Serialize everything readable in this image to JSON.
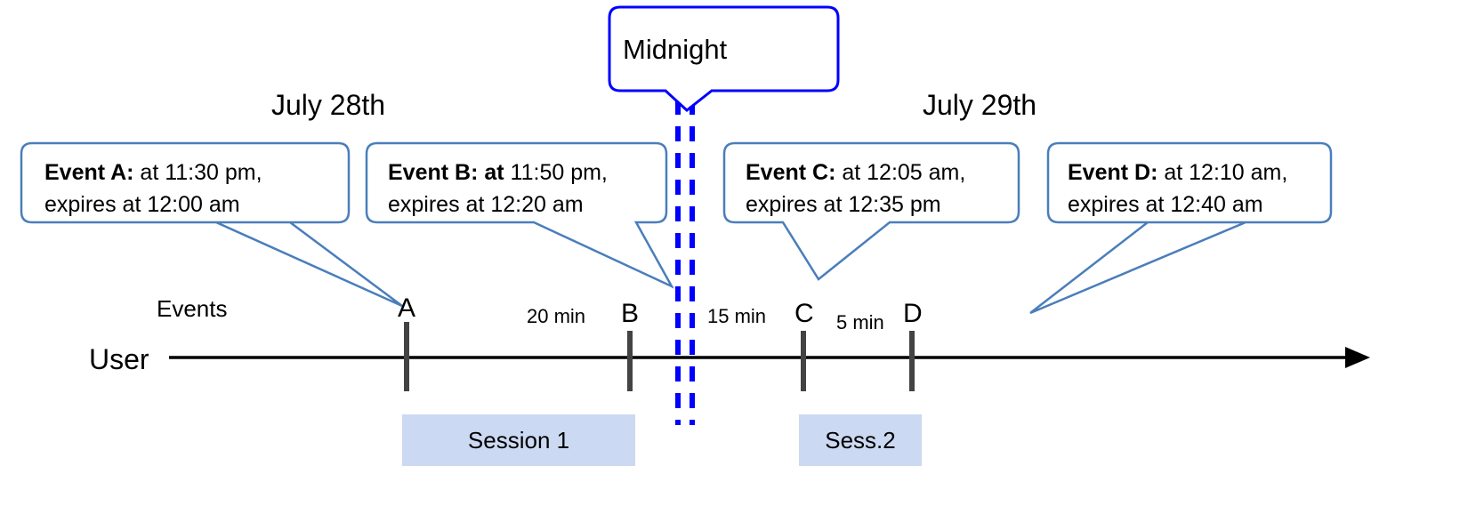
{
  "diagram": {
    "title_markers": {
      "midnight_label": "Midnight",
      "date_left": "July 28th",
      "date_right": "July 29th"
    },
    "axis": {
      "user_label": "User",
      "events_label": "Events"
    },
    "callouts": [
      {
        "id": "event-a",
        "bold": "Event A:",
        "line1_rest": " at 11:30 pm,",
        "line2": "expires at 12:00 am"
      },
      {
        "id": "event-b",
        "bold": "Event B: at",
        "line1_rest": " 11:50 pm,",
        "line2": "expires at 12:20 am"
      },
      {
        "id": "event-c",
        "bold": "Event C:",
        "line1_rest": " at 12:05 am,",
        "line2": "expires at 12:35 pm"
      },
      {
        "id": "event-d",
        "bold": "Event D:",
        "line1_rest": "  at 12:10 am,",
        "line2": "expires at 12:40 am"
      }
    ],
    "event_markers": [
      {
        "id": "marker-a",
        "letter": "A"
      },
      {
        "id": "marker-b",
        "letter": "B"
      },
      {
        "id": "marker-c",
        "letter": "C"
      },
      {
        "id": "marker-d",
        "letter": "D"
      }
    ],
    "gaps": [
      {
        "id": "gap-ab",
        "label": "20 min"
      },
      {
        "id": "gap-bc",
        "label": "15 min"
      },
      {
        "id": "gap-cd",
        "label": "5 min"
      }
    ],
    "sessions": [
      {
        "id": "session-1",
        "label": "Session 1"
      },
      {
        "id": "session-2",
        "label": "Sess.2"
      }
    ],
    "colors": {
      "callout_border": "#4a7ebb",
      "midnight_border": "#0000ff",
      "session_fill": "#ccd9f2",
      "tick": "#434343",
      "axis": "#000000"
    }
  }
}
